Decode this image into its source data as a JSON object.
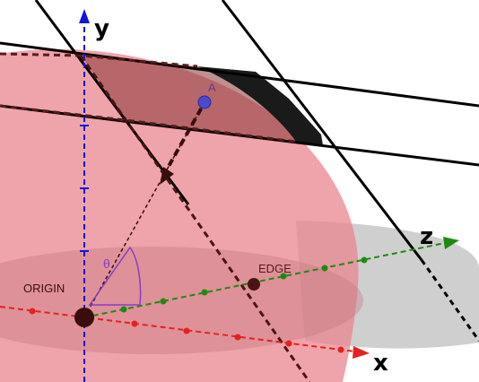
{
  "axes": {
    "x_label": "x",
    "y_label": "y",
    "z_label": "z"
  },
  "points": {
    "origin_label": "ORIGIN",
    "edge_label": "EDGE",
    "a_label": "A"
  },
  "angle": {
    "label": "θ"
  },
  "colors": {
    "x_axis": "#e8201e",
    "y_axis": "#1414d8",
    "z_axis": "#1e8a12",
    "sphere_fill": "#e8858e",
    "plane": "#000000",
    "origin_point": "#3a0d0d",
    "point_a": "#4a4ad0",
    "angle_arc": "#8a3cc8"
  }
}
